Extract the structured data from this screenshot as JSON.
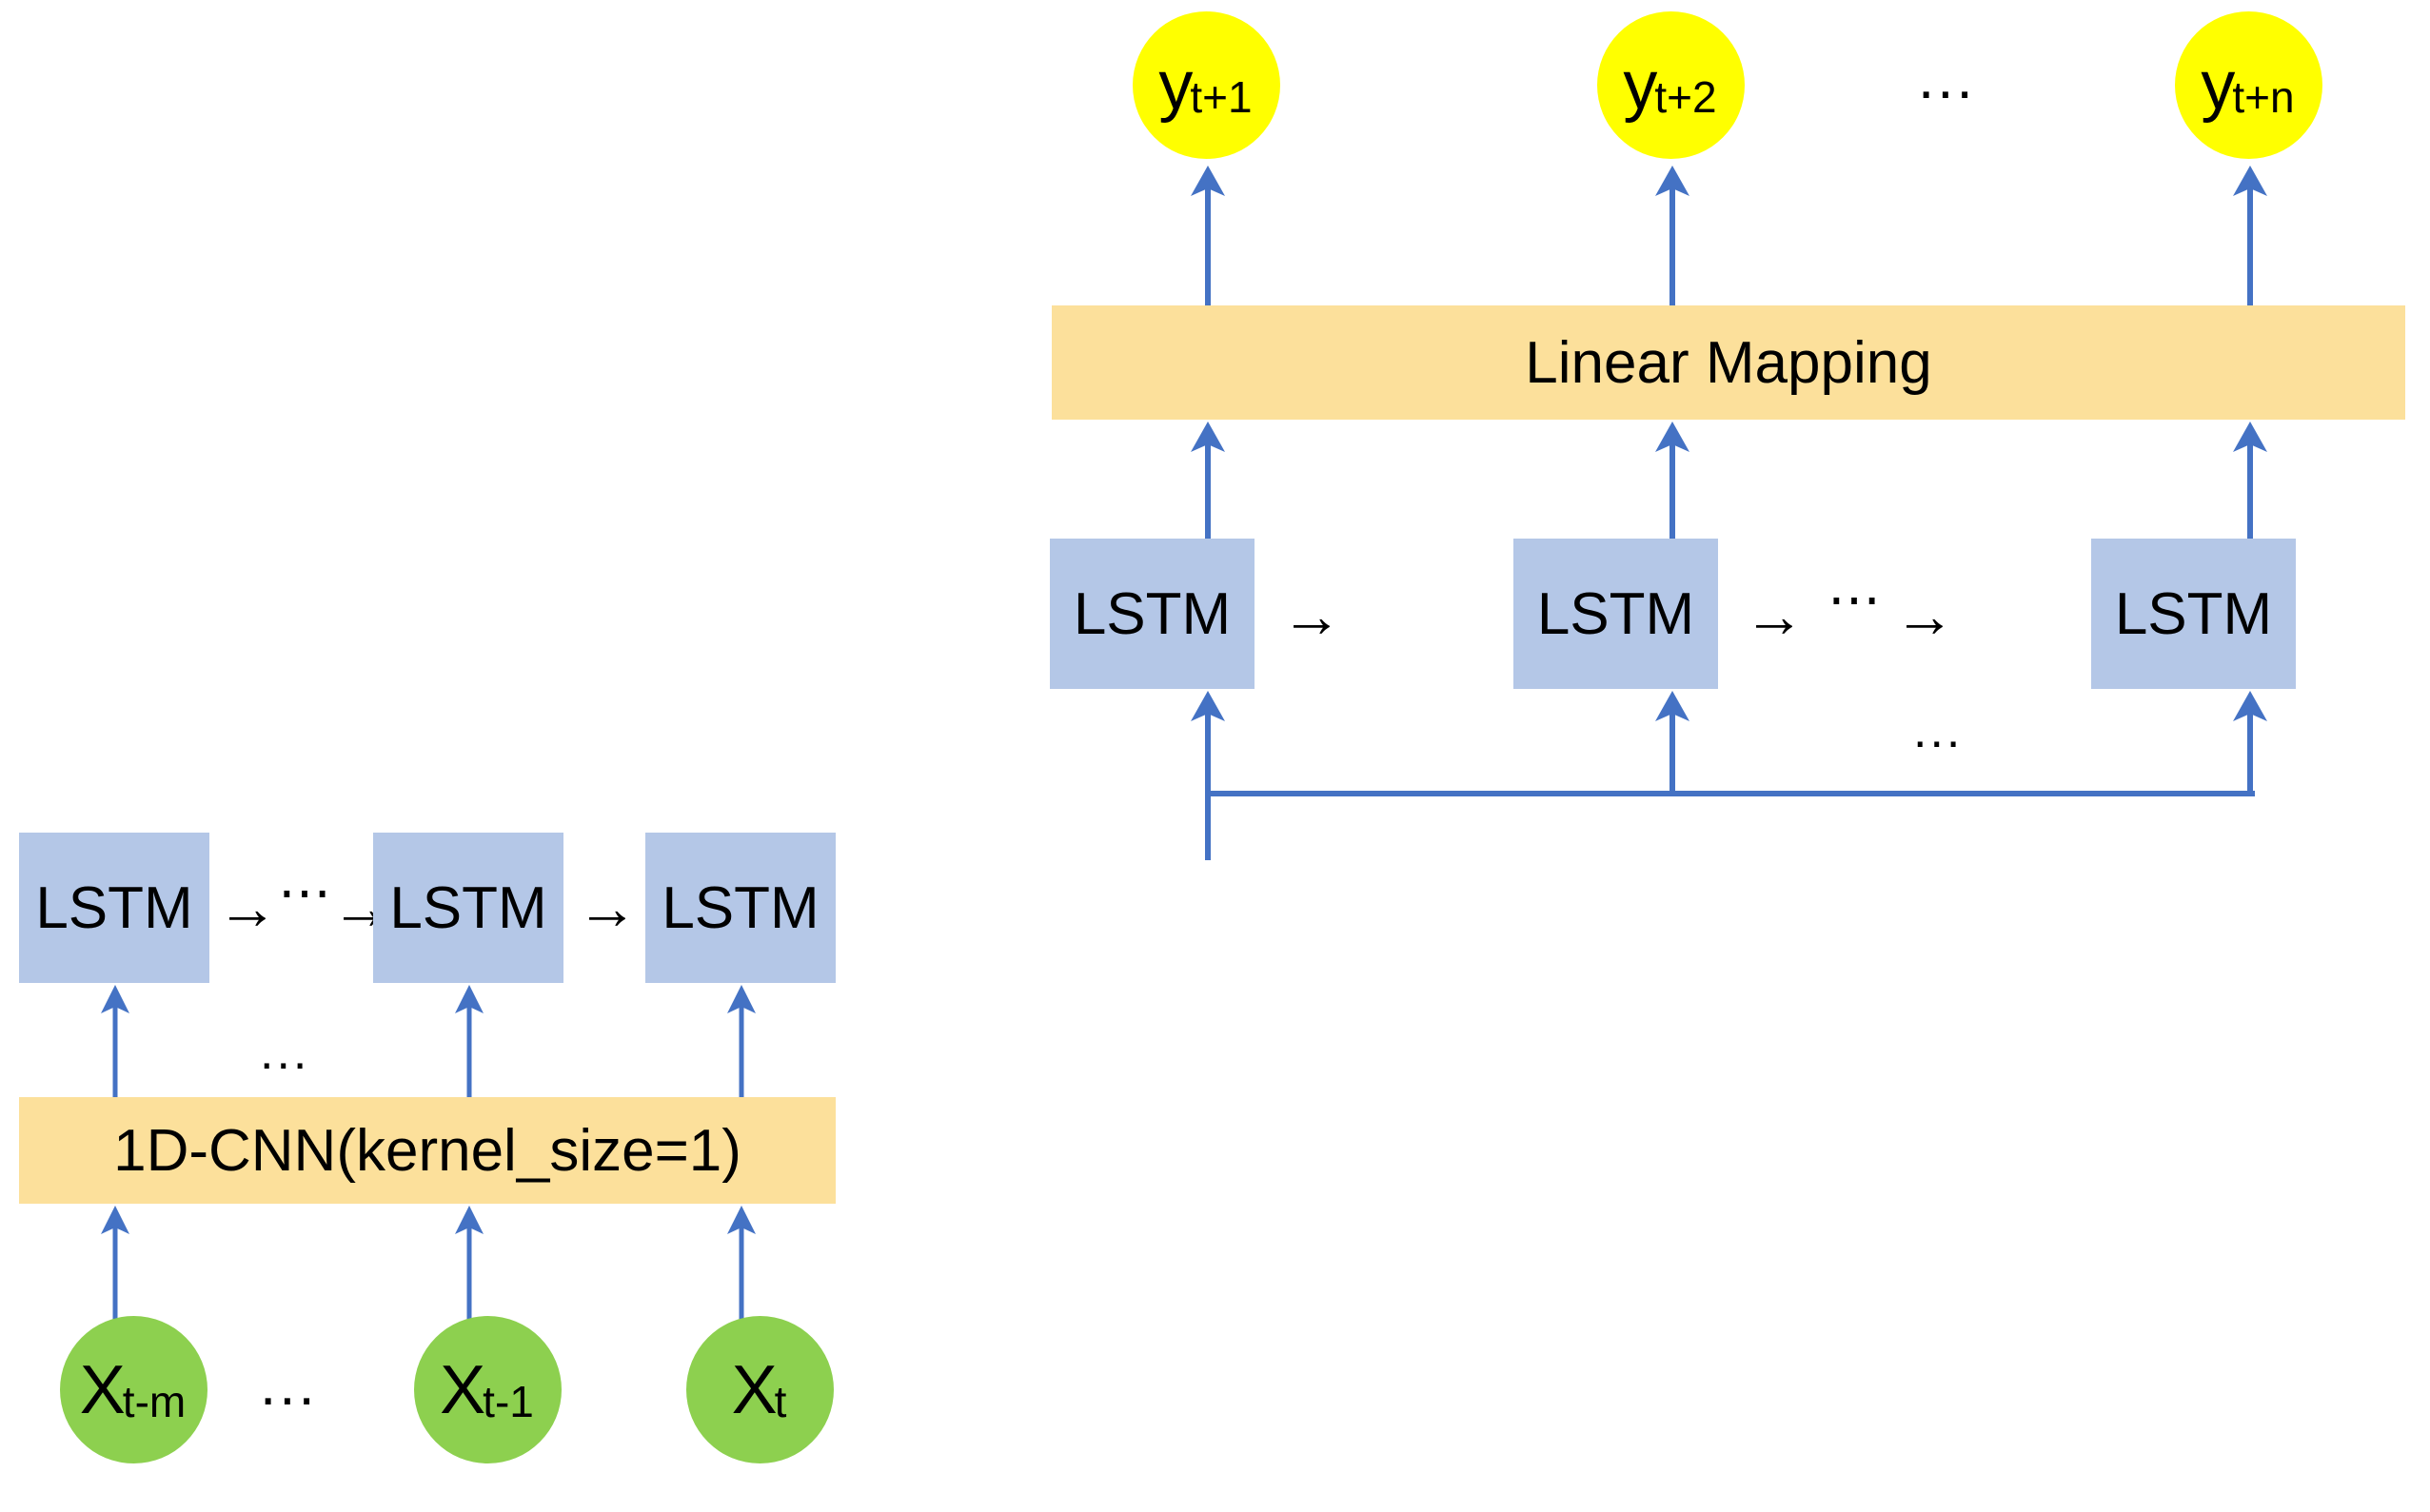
{
  "diagram": {
    "title": "CNN-LSTM encoder-decoder time series forecasting architecture",
    "colors": {
      "output_node": "#ffff00",
      "input_node": "#8dd04f",
      "lstm_block": "#b4c7e7",
      "dense_bar": "#fce09b",
      "arrow_blue": "#4472c4",
      "arrow_black": "#000000",
      "background": "#ffffff"
    },
    "outputs": [
      {
        "base": "y",
        "sub": "t+1"
      },
      {
        "base": "y",
        "sub": "t+2"
      },
      {
        "base": "y",
        "sub": "t+n"
      }
    ],
    "outputs_gap_ellipsis": "...",
    "linear_mapping_label": "Linear Mapping",
    "decoder_lstm_labels": [
      "LSTM",
      "LSTM",
      "LSTM"
    ],
    "decoder_chain_arrow_1": "→",
    "decoder_chain_ellipsis": "⋯",
    "decoder_chain_arrow_2a": "→",
    "decoder_chain_arrow_2b": "→",
    "decoder_state_ellipsis": "...",
    "encoder_lstm_labels": [
      "LSTM",
      "LSTM",
      "LSTM"
    ],
    "encoder_chain_arrow_1a": "→",
    "encoder_chain_ellipsis": "⋯",
    "encoder_chain_arrow_1b": "→",
    "encoder_chain_arrow_2": "→",
    "encoder_column_ellipsis": "...",
    "cnn_label": "1D-CNN(kernel_size=1)",
    "inputs": [
      {
        "base": "X",
        "sub": "t-m"
      },
      {
        "base": "X",
        "sub": "t-1"
      },
      {
        "base": "X",
        "sub": "t"
      }
    ],
    "inputs_gap_ellipsis": "..."
  }
}
